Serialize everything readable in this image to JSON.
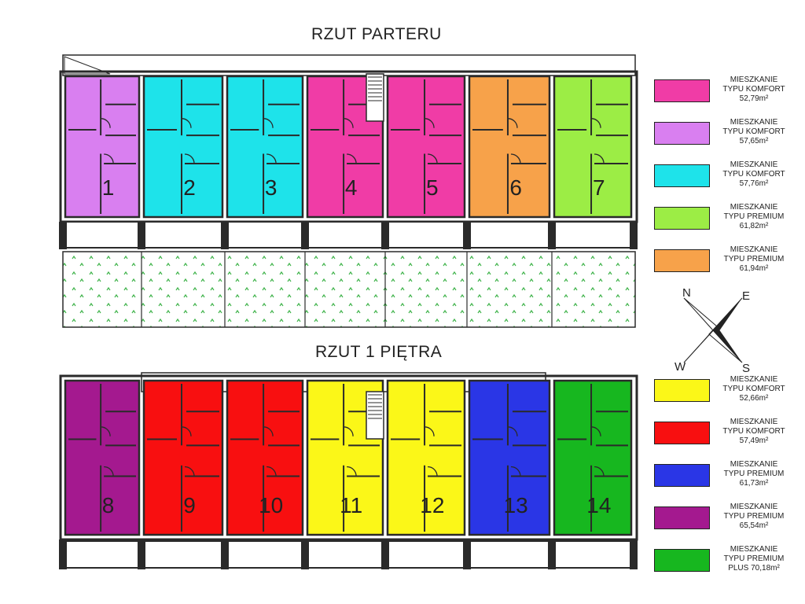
{
  "titles": {
    "ground": "RZUT PARTERU",
    "first": "RZUT 1 PIĘTRA"
  },
  "ground_units": [
    {
      "number": "1",
      "color": "#d97ff0"
    },
    {
      "number": "2",
      "color": "#1ee3ea"
    },
    {
      "number": "3",
      "color": "#1ee3ea"
    },
    {
      "number": "4",
      "color": "#f03ca6"
    },
    {
      "number": "5",
      "color": "#f03ca6"
    },
    {
      "number": "6",
      "color": "#f7a24a"
    },
    {
      "number": "7",
      "color": "#9ced45"
    }
  ],
  "first_units": [
    {
      "number": "8",
      "color": "#a4198f"
    },
    {
      "number": "9",
      "color": "#f80f10"
    },
    {
      "number": "10",
      "color": "#f80f10"
    },
    {
      "number": "11",
      "color": "#fbf718"
    },
    {
      "number": "12",
      "color": "#fbf718"
    },
    {
      "number": "13",
      "color": "#2a36e6"
    },
    {
      "number": "14",
      "color": "#17b71f"
    }
  ],
  "legend_ground": [
    {
      "color": "#f03ca6",
      "line1": "MIESZKANIE",
      "line2": "TYPU KOMFORT",
      "area": "52,79m²"
    },
    {
      "color": "#d97ff0",
      "line1": "MIESZKANIE",
      "line2": "TYPU KOMFORT",
      "area": "57,65m²"
    },
    {
      "color": "#1ee3ea",
      "line1": "MIESZKANIE",
      "line2": "TYPU KOMFORT",
      "area": "57,76m²"
    },
    {
      "color": "#9ced45",
      "line1": "MIESZKANIE",
      "line2": "TYPU PREMIUM",
      "area": "61,82m²"
    },
    {
      "color": "#f7a24a",
      "line1": "MIESZKANIE",
      "line2": "TYPU PREMIUM",
      "area": "61,94m²"
    }
  ],
  "legend_first": [
    {
      "color": "#fbf718",
      "line1": "MIESZKANIE",
      "line2": "TYPU KOMFORT",
      "area": "52,66m²"
    },
    {
      "color": "#f80f10",
      "line1": "MIESZKANIE",
      "line2": "TYPU KOMFORT",
      "area": "57,49m²"
    },
    {
      "color": "#2a36e6",
      "line1": "MIESZKANIE",
      "line2": "TYPU PREMIUM",
      "area": "61,73m²"
    },
    {
      "color": "#a4198f",
      "line1": "MIESZKANIE",
      "line2": "TYPU PREMIUM",
      "area": "65,54m²"
    },
    {
      "color": "#17b71f",
      "line1": "MIESZKANIE",
      "line2": "TYPU PREMIUM",
      "area": "PLUS 70,18m²"
    }
  ],
  "compass": {
    "n": "N",
    "e": "E",
    "s": "S",
    "w": "W"
  },
  "colors": {
    "wall": "#2a2a2a",
    "grass": "#3fb34a"
  }
}
